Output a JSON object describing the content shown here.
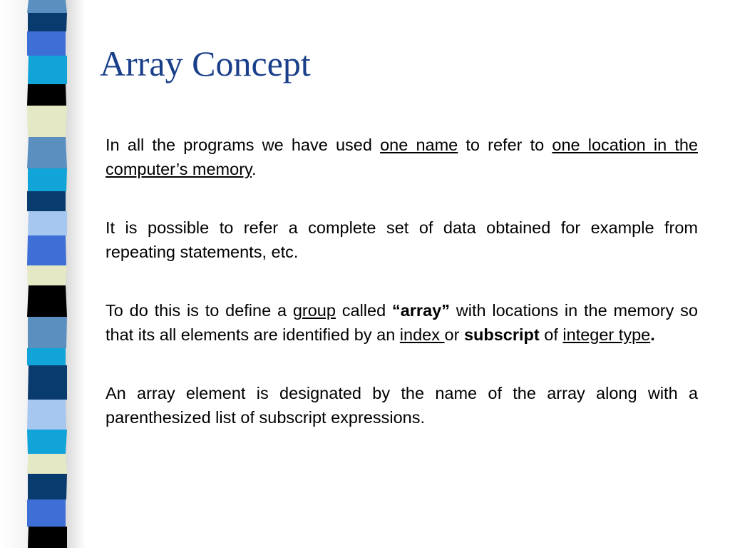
{
  "slide": {
    "title": "Array Concept",
    "paragraphs": [
      {
        "p1_t1": "In all the programs we have used ",
        "p1_u1": "one name",
        "p1_t2": " to refer to ",
        "p1_u2": "one location in the computer’s memory",
        "p1_t3": "."
      },
      {
        "p2_t1": "It is possible to refer a complete set of data obtained for example from repeating statements, etc."
      },
      {
        "p3_t1": "To do this  is to define a ",
        "p3_u1": "group",
        "p3_t2": " called ",
        "p3_b1": "“array”",
        "p3_t3": " with locations in the memory so that its all elements are identified by an ",
        "p3_u2": "index ",
        "p3_t4": "or ",
        "p3_b2": "subscript",
        "p3_t5": " of ",
        "p3_u3": "integer type",
        "p3_b3": "."
      },
      {
        "p4_t1": "An array element is designated by the name of the array along with a parenthesized list of subscript expressions."
      }
    ]
  },
  "colors": {
    "title": "#1a3f8a",
    "stripes": [
      "#3e6fd6",
      "#0a3b6e",
      "#5a8fbf",
      "#e4e8c4",
      "#000000",
      "#10a4d8",
      "#a6c8f0"
    ]
  }
}
